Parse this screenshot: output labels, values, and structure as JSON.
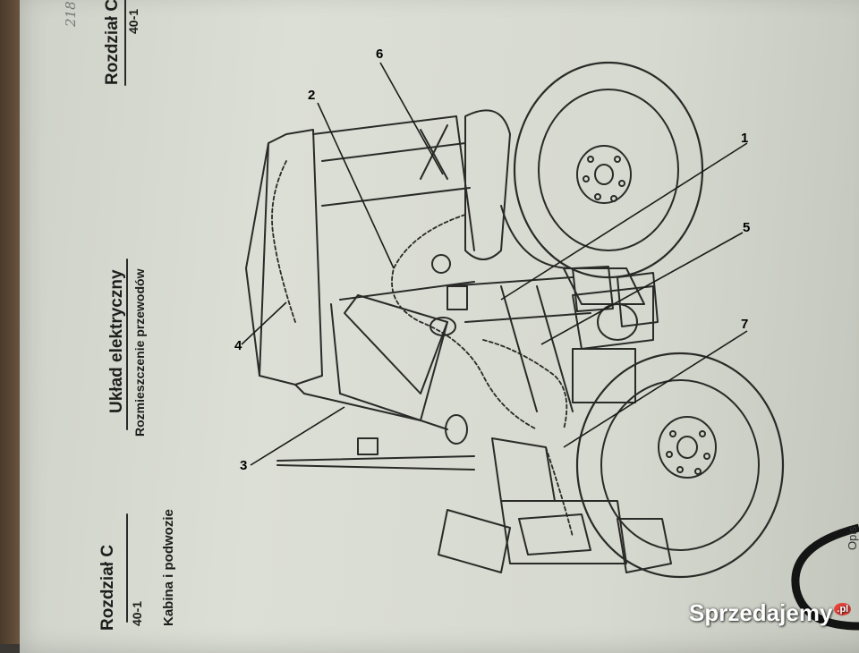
{
  "header_top_right": {
    "chapter": "Rozdział C",
    "section_code": "40-1"
  },
  "header_left": {
    "chapter": "Rozdział C",
    "section_code": "40-1",
    "subsection": "Kabina i podwozie"
  },
  "title": {
    "main": "Układ elektryczny",
    "sub": "Rozmieszczenie przewodów"
  },
  "handwritten_page_number": "218",
  "callouts": [
    "1",
    "2",
    "3",
    "4",
    "5",
    "6",
    "7"
  ],
  "watermark": {
    "brand": "Sprzedajemy",
    "suffix": ".pl"
  },
  "cut_text_right_edge": "Opis"
}
